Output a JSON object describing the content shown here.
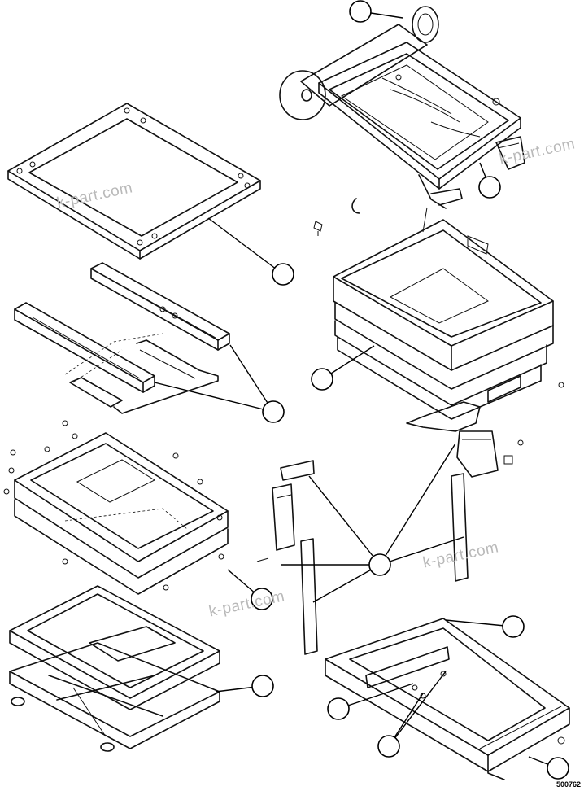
{
  "watermarks": [
    "k-part.com",
    "k-part.com",
    "k-part.com",
    "k-part.com"
  ],
  "document_number": "500762"
}
